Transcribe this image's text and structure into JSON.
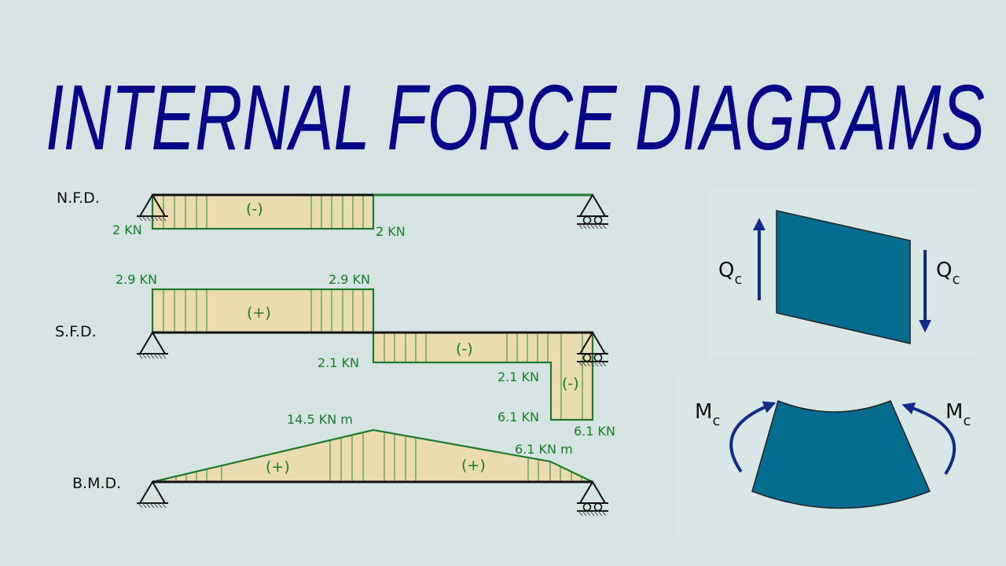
{
  "title": "INTERNAL FORCE DIAGRAMS",
  "colors": {
    "title": "#07078a",
    "diagram_line": "#1f7a2e",
    "diagram_fill": "#eadbb0",
    "element_fill": "#046d8f",
    "arrow": "#15298a",
    "background": "#d5e3e3"
  },
  "nfd": {
    "label": "N.F.D.",
    "sign": "(-)",
    "values": [
      "2 KN",
      "2 KN"
    ]
  },
  "sfd": {
    "label": "S.F.D.",
    "signs": [
      "(+)",
      "(-)",
      "(-)"
    ],
    "values": [
      "2.9 KN",
      "2.9 KN",
      "2.1 KN",
      "2.1 KN",
      "6.1 KN",
      "6.1 KN"
    ]
  },
  "bmd": {
    "label": "B.M.D.",
    "signs": [
      "(+)",
      "(+)"
    ],
    "values": [
      "14.5 KN m",
      "6.1 KN m"
    ]
  },
  "shear_element": {
    "symbol": "Q",
    "subscript": "c"
  },
  "moment_element": {
    "symbol": "M",
    "subscript": "c"
  }
}
